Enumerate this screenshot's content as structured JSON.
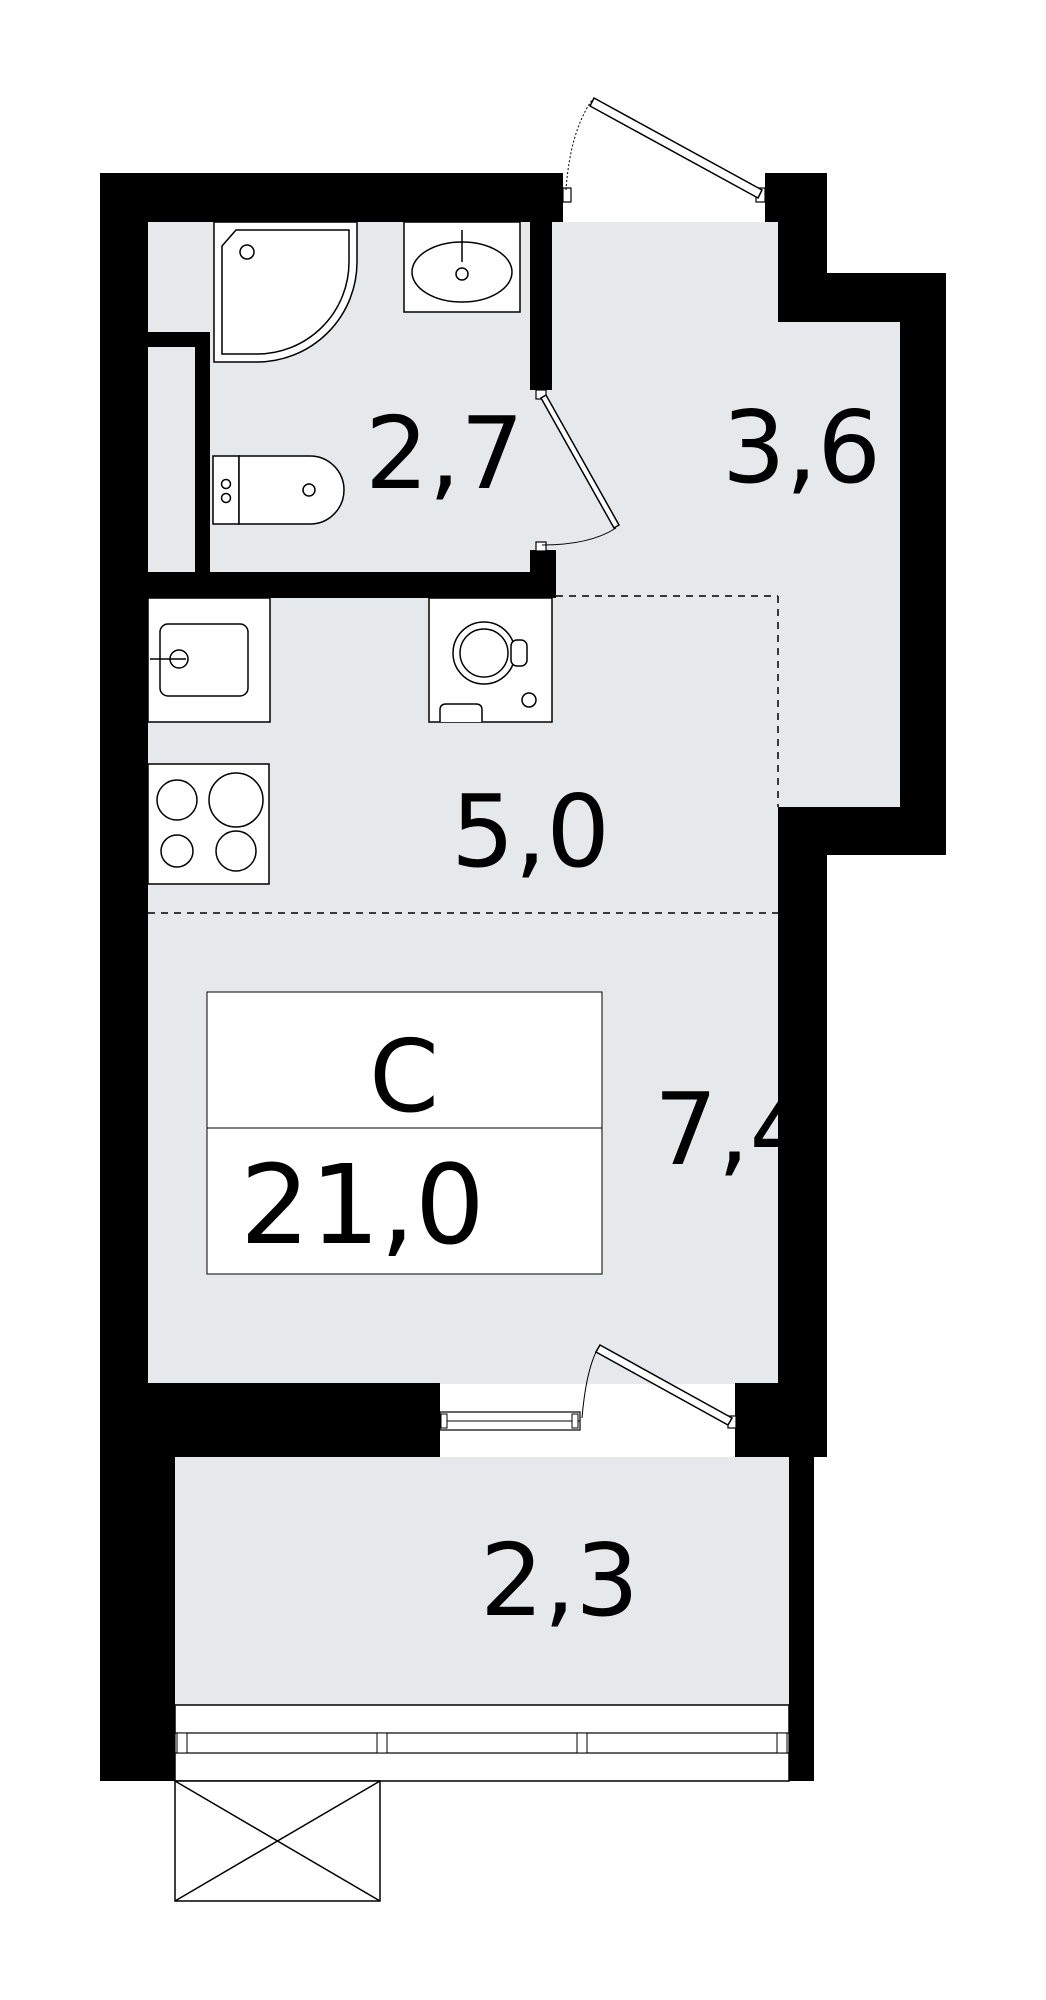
{
  "plan": {
    "apartment_type": "С",
    "total_area": "21,0",
    "rooms": {
      "bathroom": {
        "area": "2,7"
      },
      "hallway": {
        "area": "3,6"
      },
      "kitchen": {
        "area": "5,0"
      },
      "living": {
        "area": "7,4"
      },
      "balcony": {
        "area": "2,3"
      }
    },
    "colors": {
      "wall": "#000000",
      "floor": "#e6e9ec",
      "line": "#000000",
      "background": "#ffffff"
    }
  }
}
